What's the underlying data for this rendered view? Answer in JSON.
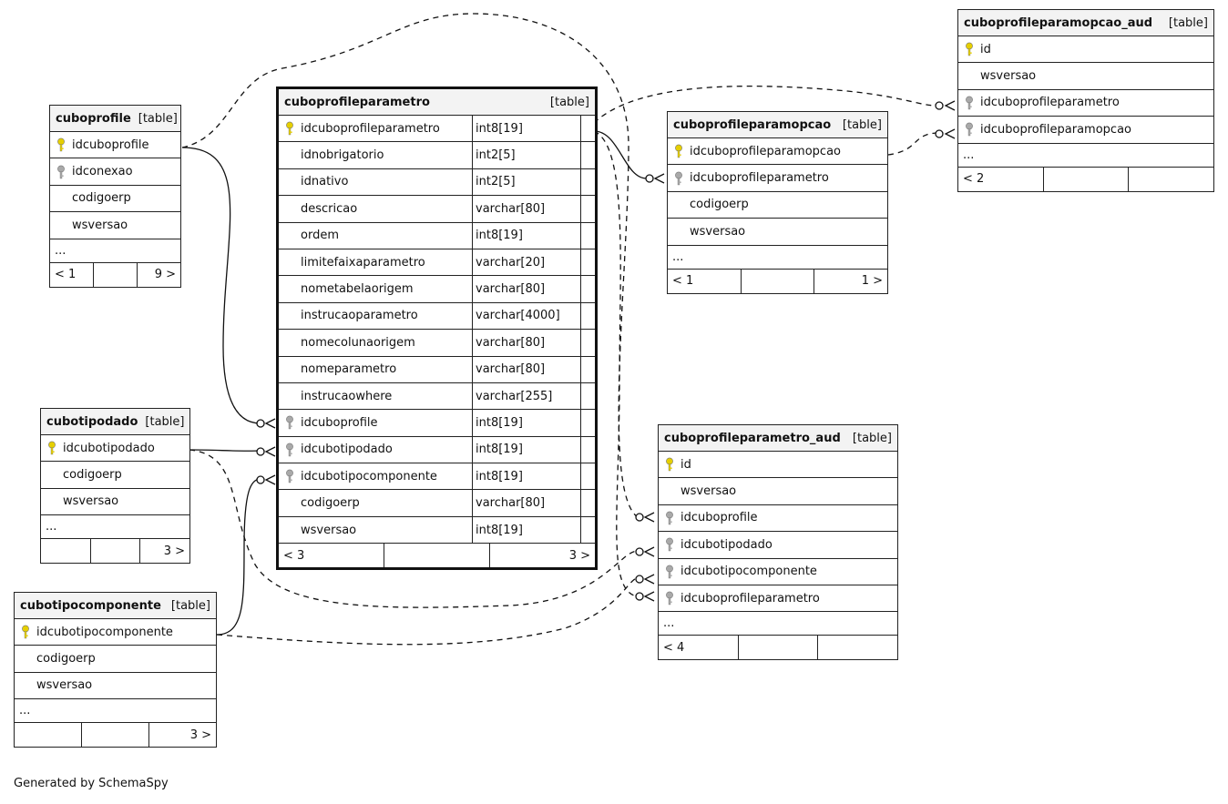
{
  "footer_text": "Generated by SchemaSpy",
  "colors": {
    "primary_key": "#e6cf00",
    "foreign_key": "#a9a9a9",
    "header_bg": "#f3f3f3"
  },
  "tables": {
    "cuboprofile": {
      "name": "cuboprofile",
      "tag": "[table]",
      "columns": [
        "idcuboprofile",
        "idconexao",
        "codigoerp",
        "wsversao"
      ],
      "more": "...",
      "parents": "< 1",
      "children": "9 >"
    },
    "cubotipodado": {
      "name": "cubotipodado",
      "tag": "[table]",
      "columns": [
        "idcubotipodado",
        "codigoerp",
        "wsversao"
      ],
      "more": "...",
      "parents": "",
      "children": "3 >"
    },
    "cubotipocomponente": {
      "name": "cubotipocomponente",
      "tag": "[table]",
      "columns": [
        "idcubotipocomponente",
        "codigoerp",
        "wsversao"
      ],
      "more": "...",
      "parents": "",
      "children": "3 >"
    },
    "cuboprofileparametro": {
      "name": "cuboprofileparametro",
      "tag": "[table]",
      "columns": [
        {
          "name": "idcuboprofileparametro",
          "type": "int8[19]"
        },
        {
          "name": "idnobrigatorio",
          "type": "int2[5]"
        },
        {
          "name": "idnativo",
          "type": "int2[5]"
        },
        {
          "name": "descricao",
          "type": "varchar[80]"
        },
        {
          "name": "ordem",
          "type": "int8[19]"
        },
        {
          "name": "limitefaixaparametro",
          "type": "varchar[20]"
        },
        {
          "name": "nometabelaorigem",
          "type": "varchar[80]"
        },
        {
          "name": "instrucaoparametro",
          "type": "varchar[4000]"
        },
        {
          "name": "nomecolunaorigem",
          "type": "varchar[80]"
        },
        {
          "name": "nomeparametro",
          "type": "varchar[80]"
        },
        {
          "name": "instrucaowhere",
          "type": "varchar[255]"
        },
        {
          "name": "idcuboprofile",
          "type": "int8[19]"
        },
        {
          "name": "idcubotipodado",
          "type": "int8[19]"
        },
        {
          "name": "idcubotipocomponente",
          "type": "int8[19]"
        },
        {
          "name": "codigoerp",
          "type": "varchar[80]"
        },
        {
          "name": "wsversao",
          "type": "int8[19]"
        }
      ],
      "parents": "< 3",
      "children": "3 >"
    },
    "cuboprofileparamopcao": {
      "name": "cuboprofileparamopcao",
      "tag": "[table]",
      "columns": [
        "idcuboprofileparamopcao",
        "idcuboprofileparametro",
        "codigoerp",
        "wsversao"
      ],
      "more": "...",
      "parents": "< 1",
      "children": "1 >"
    },
    "cuboprofileparamopcao_aud": {
      "name": "cuboprofileparamopcao_aud",
      "tag": "[table]",
      "columns": [
        "id",
        "wsversao",
        "idcuboprofileparametro",
        "idcuboprofileparamopcao"
      ],
      "more": "...",
      "parents": "< 2",
      "children": ""
    },
    "cuboprofileparametro_aud": {
      "name": "cuboprofileparametro_aud",
      "tag": "[table]",
      "columns": [
        "id",
        "wsversao",
        "idcuboprofile",
        "idcubotipodado",
        "idcubotipocomponente",
        "idcuboprofileparametro"
      ],
      "more": "...",
      "parents": "< 4",
      "children": ""
    }
  }
}
